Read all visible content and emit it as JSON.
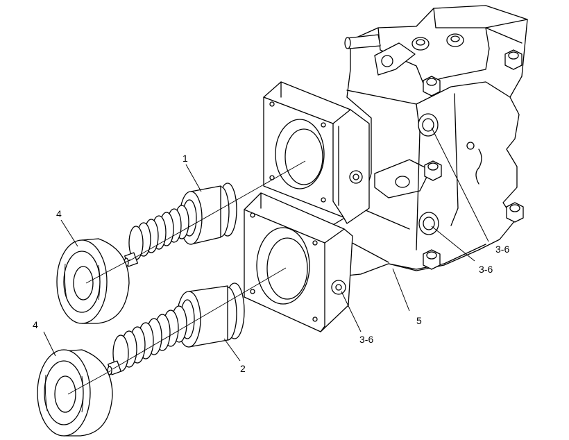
{
  "callouts": {
    "c1": "1",
    "c2": "2",
    "c4_upper": "4",
    "c4_lower": "4",
    "c5": "5",
    "c36_a": "3-6",
    "c36_b": "3-6",
    "c36_c": "3-6"
  }
}
